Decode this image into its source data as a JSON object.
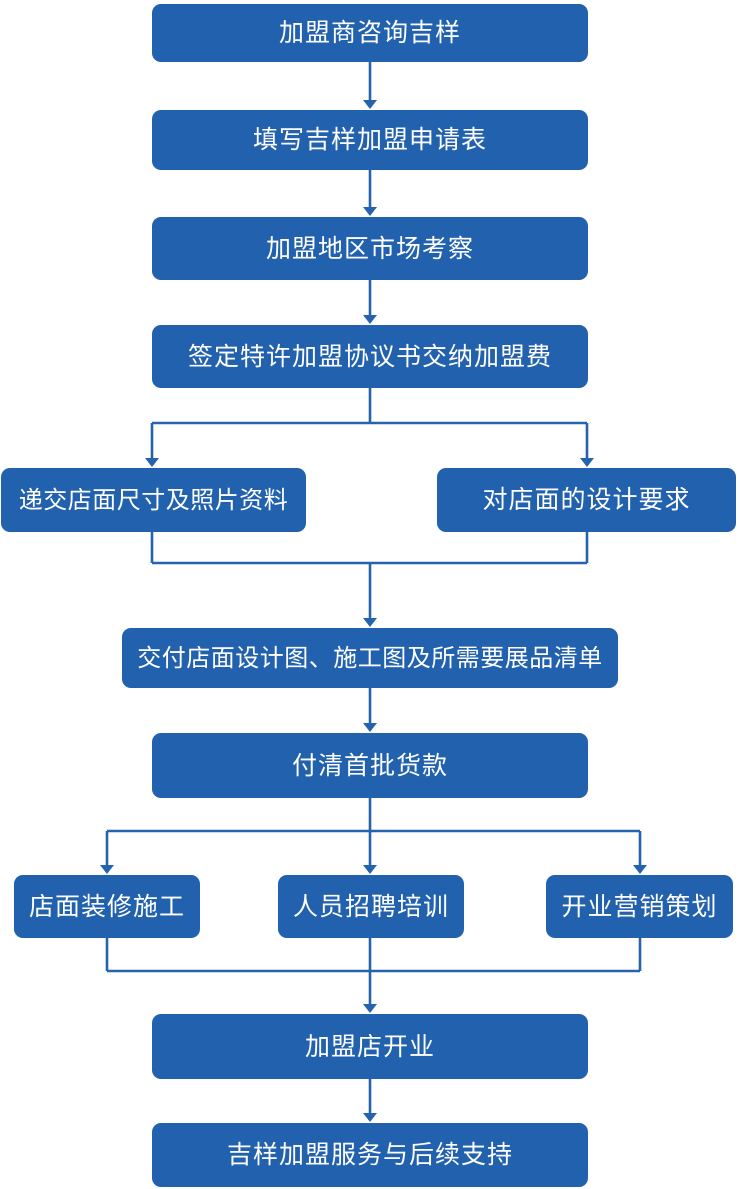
{
  "colors": {
    "node_fill": "#2161AE",
    "node_text": "#FFFFFF",
    "connector": "#2563AE",
    "background": "#FFFFFF"
  },
  "diagram": {
    "type": "flowchart",
    "direction": "top-down",
    "nodes": [
      {
        "id": "consult",
        "label": "加盟商咨询吉样"
      },
      {
        "id": "fill-application",
        "label": "填写吉样加盟申请表"
      },
      {
        "id": "market-survey",
        "label": "加盟地区市场考察"
      },
      {
        "id": "sign-agreement",
        "label": "签定特许加盟协议书交纳加盟费"
      },
      {
        "id": "submit-store-info",
        "label": "递交店面尺寸及照片资料"
      },
      {
        "id": "design-requirements",
        "label": "对店面的设计要求"
      },
      {
        "id": "deliver-design-docs",
        "label": "交付店面设计图、施工图及所需要展品清单"
      },
      {
        "id": "pay-first-order",
        "label": "付清首批货款"
      },
      {
        "id": "store-renovation",
        "label": "店面装修施工"
      },
      {
        "id": "staff-recruitment-training",
        "label": "人员招聘培训"
      },
      {
        "id": "opening-marketing-plan",
        "label": "开业营销策划"
      },
      {
        "id": "store-opening",
        "label": "加盟店开业"
      },
      {
        "id": "follow-up-support",
        "label": "吉样加盟服务与后续支持"
      }
    ],
    "edges": [
      {
        "from": "consult",
        "to": "fill-application"
      },
      {
        "from": "fill-application",
        "to": "market-survey"
      },
      {
        "from": "market-survey",
        "to": "sign-agreement"
      },
      {
        "from": "sign-agreement",
        "to": "submit-store-info"
      },
      {
        "from": "sign-agreement",
        "to": "design-requirements"
      },
      {
        "from": "submit-store-info",
        "to": "deliver-design-docs"
      },
      {
        "from": "design-requirements",
        "to": "deliver-design-docs"
      },
      {
        "from": "deliver-design-docs",
        "to": "pay-first-order"
      },
      {
        "from": "pay-first-order",
        "to": "store-renovation"
      },
      {
        "from": "pay-first-order",
        "to": "staff-recruitment-training"
      },
      {
        "from": "pay-first-order",
        "to": "opening-marketing-plan"
      },
      {
        "from": "store-renovation",
        "to": "store-opening"
      },
      {
        "from": "staff-recruitment-training",
        "to": "store-opening"
      },
      {
        "from": "opening-marketing-plan",
        "to": "store-opening"
      },
      {
        "from": "store-opening",
        "to": "follow-up-support"
      }
    ]
  }
}
